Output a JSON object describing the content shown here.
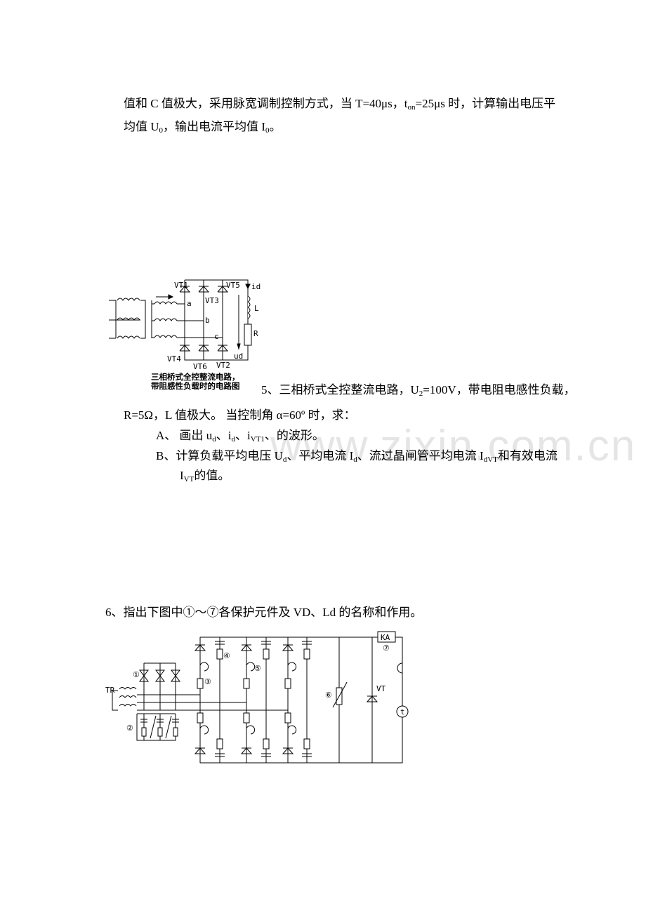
{
  "q4": {
    "line1": [
      "值和 C 值极大，采用脉宽调制控制方式，当 T=40μs，t",
      "on",
      "=25μs 时，计算输出电压平"
    ],
    "line2": [
      "均值 U",
      "0",
      "，输出电流平均值 I",
      "0",
      "。"
    ]
  },
  "fig5": {
    "labels": {
      "vt1": "VT1",
      "vt3": "VT3",
      "vt5": "VT5",
      "vt4": "VT4",
      "vt6": "VT6",
      "vt2": "VT2",
      "a": "a",
      "b": "b",
      "c": "c",
      "id": "id",
      "L": "L",
      "R": "R",
      "ud": "ud"
    },
    "caption1": "三相桥式全控整流电路，",
    "caption2": "带阻感性负载时的电路图"
  },
  "q5": {
    "line1": [
      "5、三相桥式全控整流电路，U",
      "2",
      "=100V，带电阻电感性负载，"
    ],
    "line2": "R=5Ω，L 值极大。 当控制角 α=60º 时，求：",
    "a": [
      "A、 画出 u",
      "d",
      "、i",
      "d",
      "、i",
      "VT1",
      "、的波形。"
    ],
    "b": [
      "B、计算负载平均电压 U",
      "d",
      "、平均电流 I",
      "d",
      "、流过晶闸管平均电流 I",
      "dVT",
      "和有效电流"
    ],
    "b2": [
      "I",
      "VT",
      "的值。"
    ]
  },
  "q6": {
    "text": "6、指出下图中①～⑦各保护元件及 VD、Ld 的名称和作用。"
  },
  "fig6": {
    "labels": {
      "tr": "TR",
      "n1": "①",
      "n2": "②",
      "n3": "③",
      "n4": "④",
      "n5": "⑤",
      "n6": "⑥",
      "n7": "⑦",
      "ka": "KA",
      "vt": "VT"
    }
  },
  "watermark": "www.zixin.com.cn"
}
